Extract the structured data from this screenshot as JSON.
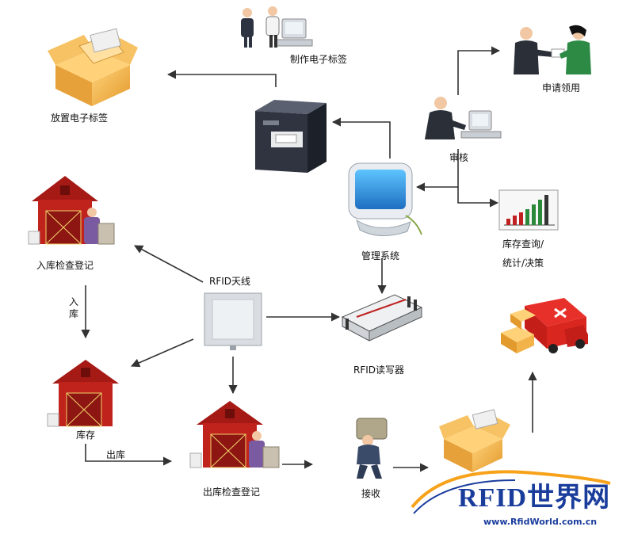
{
  "labels": {
    "make_tag": "制作电子标签",
    "place_tag": "放置电子标签",
    "apply": "申请领用",
    "review": "审核",
    "inventory_stats": "库存查询/\n统计/决策",
    "mgmt_system": "管理系统",
    "inbound_check": "入库检查登记",
    "rfid_antenna": "RFID天线",
    "rfid_reader": "RFID读写器",
    "inbound": "入库",
    "stock": "库存",
    "outbound": "出库",
    "outbound_check": "出库检查登记",
    "receive": "接收"
  },
  "logo": {
    "text": "RFID世界网",
    "url": "www.RfidWorld.com.cn"
  },
  "colors": {
    "arrow": "#333333",
    "barn": "#c0221c",
    "box": "#f2b34a",
    "logo_blue": "#1a3d9c",
    "logo_orange": "#f7a21b"
  }
}
